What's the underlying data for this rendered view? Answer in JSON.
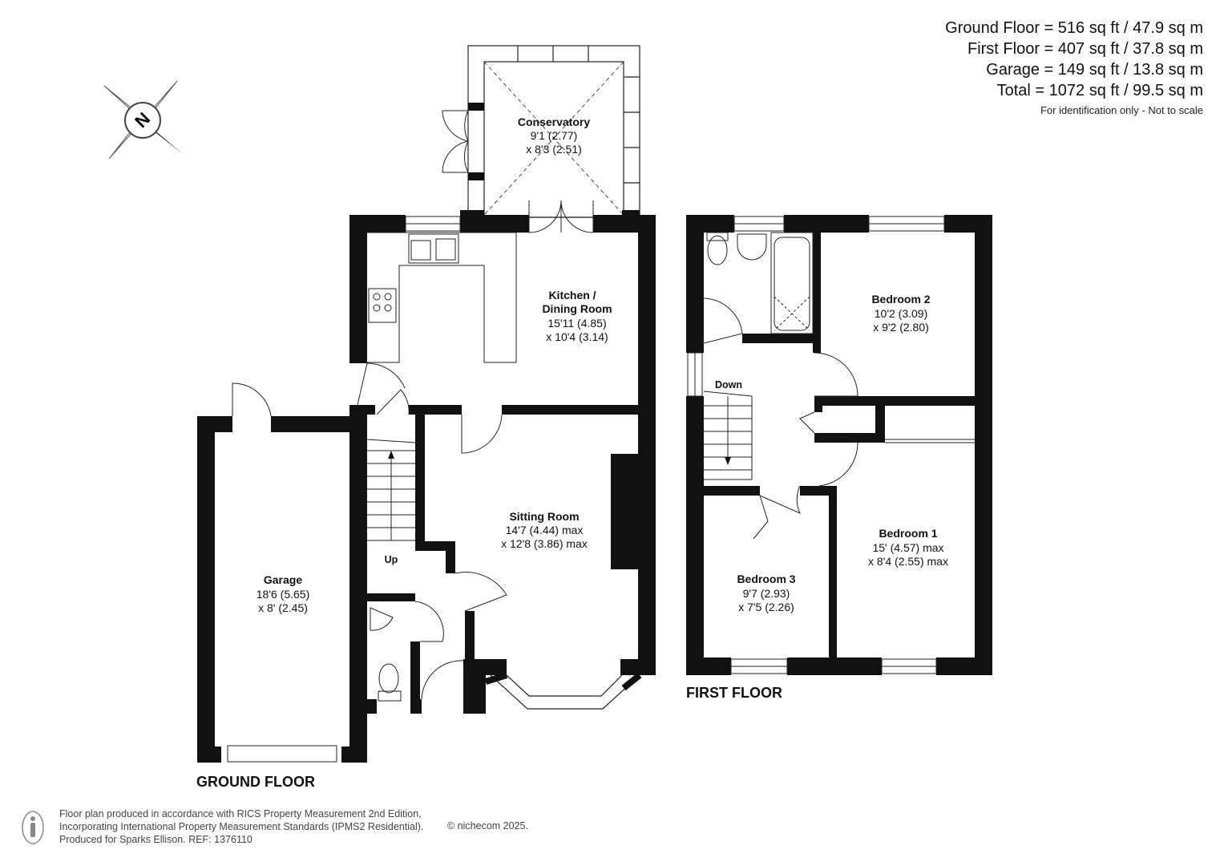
{
  "areas": {
    "ground_floor": "Ground Floor = 516 sq ft / 47.9 sq m",
    "first_floor": "First Floor = 407 sq ft / 37.8 sq m",
    "garage": "Garage = 149 sq ft / 13.8 sq m",
    "total": "Total = 1072 sq ft / 99.5 sq m",
    "disclaimer": "For identification only - Not to scale"
  },
  "compass_letter": "N",
  "floors": {
    "ground": "GROUND FLOOR",
    "first": "FIRST FLOOR"
  },
  "rooms": {
    "conservatory": {
      "name": "Conservatory",
      "dim1": "9'1 (2.77)",
      "dim2": "x 8'3 (2.51)"
    },
    "kitchen": {
      "name1": "Kitchen /",
      "name2": "Dining Room",
      "dim1": "15'11 (4.85)",
      "dim2": "x 10'4 (3.14)"
    },
    "sitting": {
      "name": "Sitting Room",
      "dim1": "14'7 (4.44) max",
      "dim2": "x 12'8 (3.86) max"
    },
    "garage": {
      "name": "Garage",
      "dim1": "18'6 (5.65)",
      "dim2": "x 8' (2.45)"
    },
    "bedroom1": {
      "name": "Bedroom 1",
      "dim1": "15' (4.57) max",
      "dim2": "x 8'4 (2.55) max"
    },
    "bedroom2": {
      "name": "Bedroom 2",
      "dim1": "10'2 (3.09)",
      "dim2": "x 9'2 (2.80)"
    },
    "bedroom3": {
      "name": "Bedroom 3",
      "dim1": "9'7 (2.93)",
      "dim2": "x 7'5 (2.26)"
    }
  },
  "stairs": {
    "up": "Up",
    "down": "Down"
  },
  "footer": {
    "line1": "Floor plan produced in accordance with RICS Property Measurement 2nd Edition,",
    "line2": "Incorporating International Property Measurement Standards (IPMS2 Residential).",
    "line3": "Produced for Sparks Ellison.   REF: 1376110",
    "copyright": "© nichecom 2025."
  }
}
